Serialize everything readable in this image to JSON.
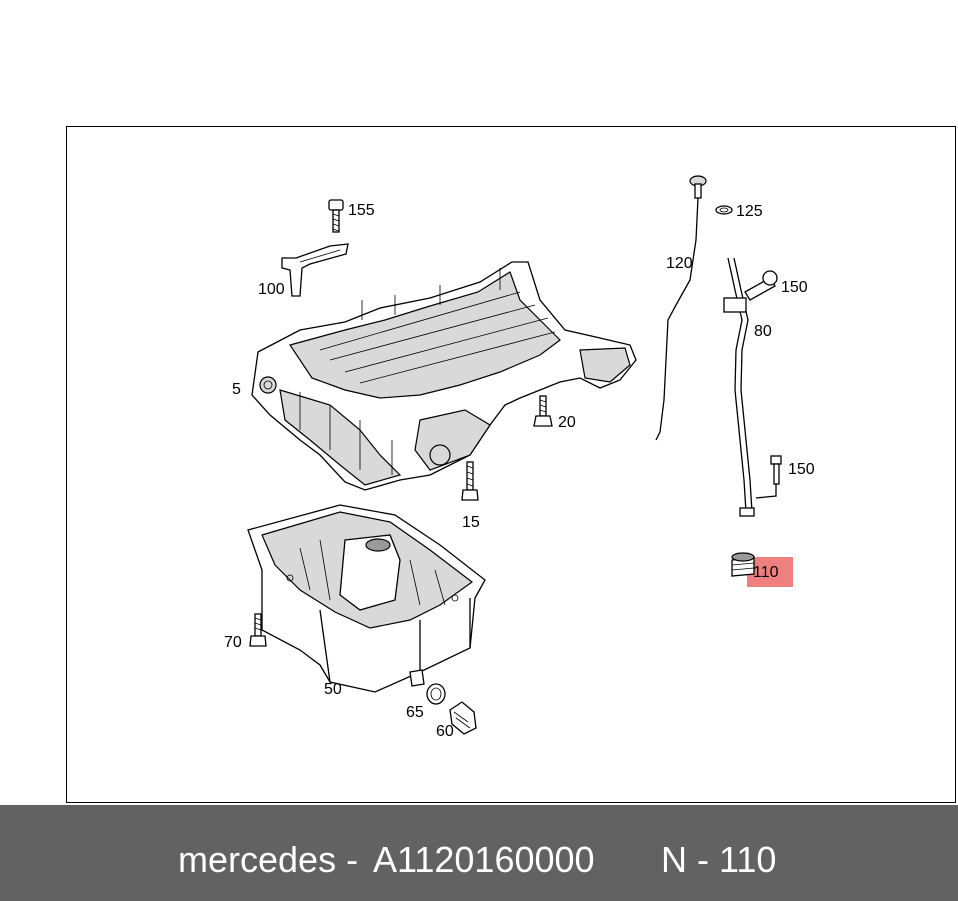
{
  "callouts": {
    "c155": "155",
    "c100": "100",
    "c5": "5",
    "c20": "20",
    "c15": "15",
    "c70": "70",
    "c50": "50",
    "c65": "65",
    "c60": "60",
    "c125": "125",
    "c120": "120",
    "c150a": "150",
    "c80": "80",
    "c150b": "150",
    "c110": "110"
  },
  "highlighted_part": "110",
  "highlight_color": "#f08080",
  "footer": {
    "brand": "mercedes -",
    "part_number": "A1120160000",
    "reference": "N - 110",
    "background": "#626262",
    "text_color": "#ffffff"
  }
}
